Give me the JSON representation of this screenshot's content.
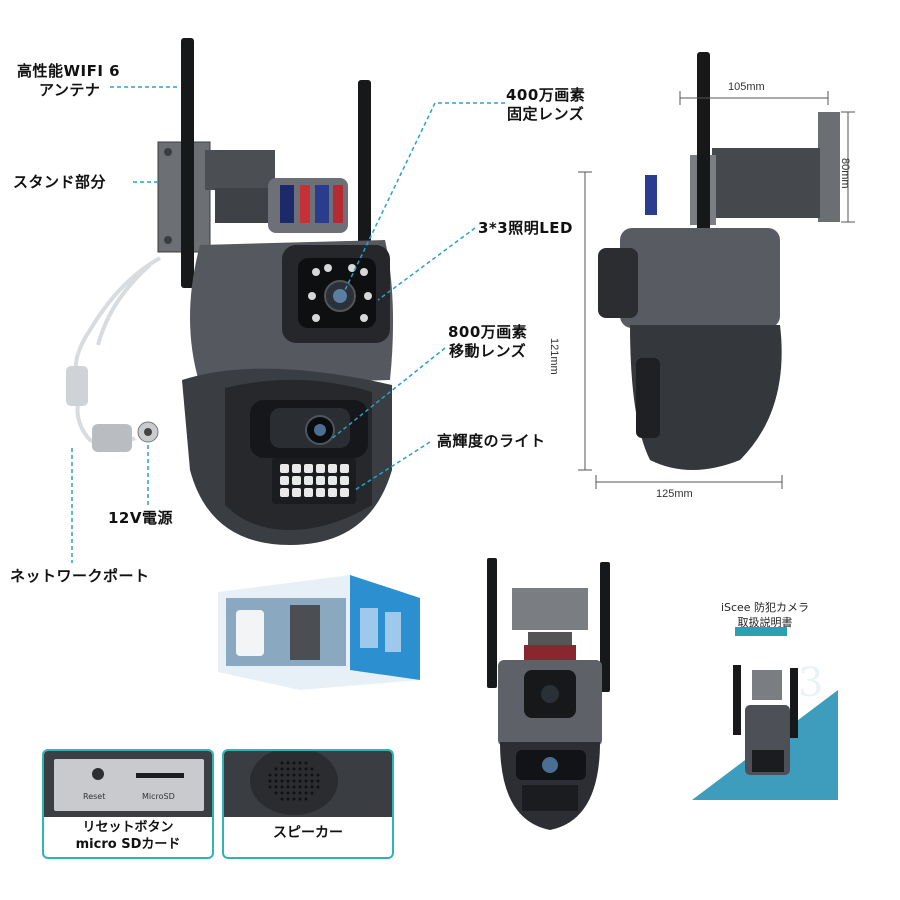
{
  "callouts": {
    "wifi_antenna": [
      "高性能WIFI 6",
      "アンテナ"
    ],
    "stand": "スタンド部分",
    "fixed_lens": [
      "400万画素",
      "固定レンズ"
    ],
    "led": "3*3照明LED",
    "moving_lens": [
      "800万画素",
      "移動レンズ"
    ],
    "bright_light": "高輝度のライト",
    "power": "12V電源",
    "network_port": "ネットワークポート"
  },
  "dimensions": {
    "bracket_width": "105mm",
    "bracket_height": "80mm",
    "total_height": "121mm",
    "body_width": "125mm"
  },
  "detail_panels": {
    "reset_panel": {
      "reset_text": "Reset",
      "microsd_text": "MicroSD",
      "label": [
        "リセットボタン",
        "micro SDカード"
      ]
    },
    "speaker_panel": {
      "label": "スピーカー"
    }
  },
  "manual": {
    "title": [
      "iScee 防犯カメラ",
      "取扱説明書"
    ],
    "number": "3"
  },
  "colors": {
    "callout_line": "#2aa0c8",
    "camera_body": "#4a4d53",
    "camera_dark": "#1e2024",
    "panel_border": "#2fb4b4",
    "manual_accent": "#2aa0b2"
  }
}
